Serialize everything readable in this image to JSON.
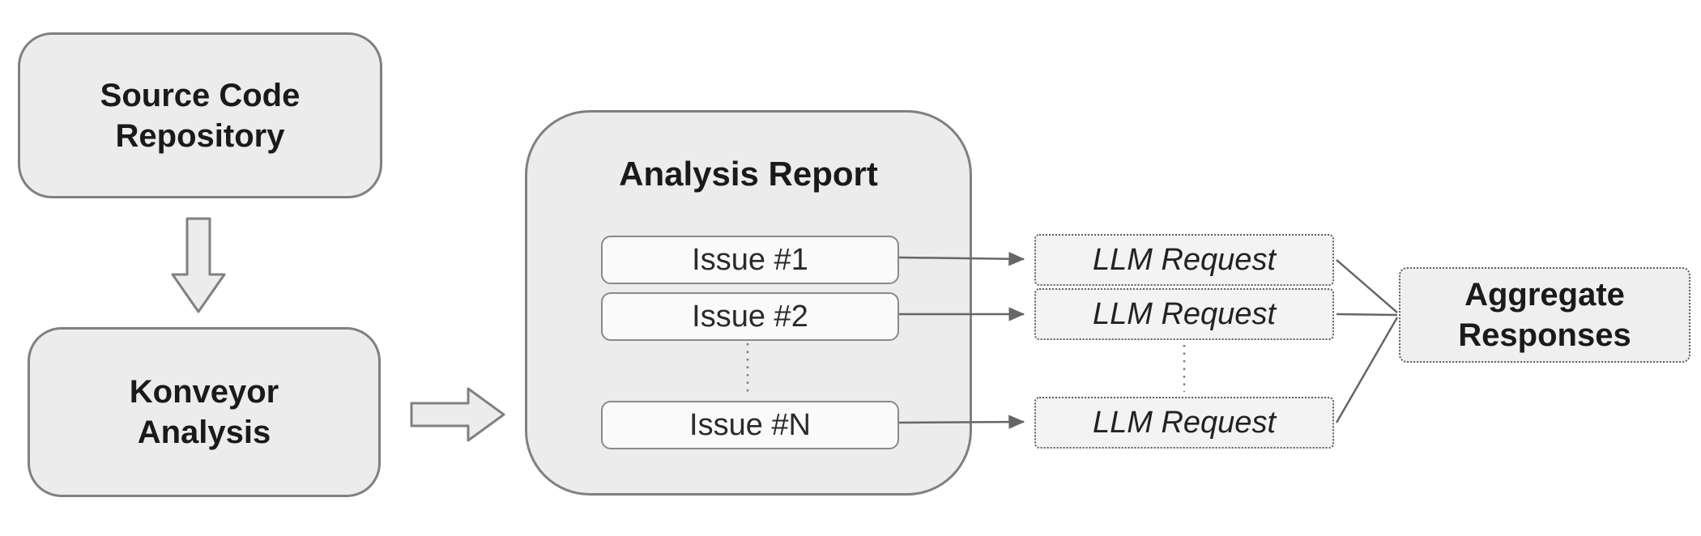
{
  "diagram": {
    "source_repo_label": "Source Code Repository",
    "konveyor_label": "Konveyor Analysis",
    "report": {
      "title": "Analysis Report",
      "issues": [
        "Issue #1",
        "Issue #2",
        "Issue #N"
      ]
    },
    "llm_requests": [
      "LLM Request",
      "LLM Request",
      "LLM Request"
    ],
    "aggregate_label": "Aggregate Responses"
  },
  "colors": {
    "box_fill": "#ececec",
    "box_border": "#808080",
    "issue_fill": "#fafafa",
    "dotted_border": "#606060",
    "connector": "#666666",
    "text": "#1a1a1a"
  }
}
